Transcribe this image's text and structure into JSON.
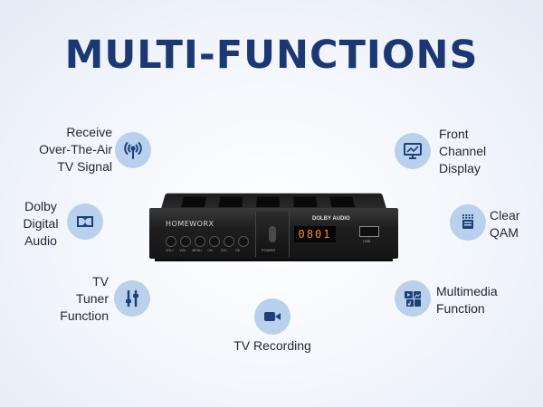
{
  "title": "MULTI-FUNCTIONS",
  "features": {
    "ota": {
      "lines": [
        "Receive",
        "Over-The-Air",
        "TV Signal"
      ],
      "icon": "antenna-signal-icon"
    },
    "dolby": {
      "lines": [
        "Dolby",
        "Digital",
        "Audio"
      ],
      "icon": "dolby-icon"
    },
    "tuner": {
      "lines": [
        "TV",
        "Tuner",
        "Function"
      ],
      "icon": "tuner-sliders-icon"
    },
    "recording": {
      "lines": [
        "TV Recording"
      ],
      "icon": "video-camera-icon"
    },
    "front_display": {
      "lines": [
        "Front",
        "Channel",
        "Display"
      ],
      "icon": "monitor-icon"
    },
    "qam": {
      "lines": [
        "Clear",
        "QAM"
      ],
      "icon": "qam-chip-icon"
    },
    "multimedia": {
      "lines": [
        "Multimedia",
        "Function"
      ],
      "icon": "multimedia-icon"
    }
  },
  "device": {
    "brand": "HOMEWORX",
    "display": "0801",
    "buttons": [
      "VOL+",
      "VOL-",
      "MENU",
      "CH-",
      "CH+",
      "OK"
    ],
    "power_label": "POWER",
    "audio_logo": "DOLBY AUDIO",
    "usb_label": "USB"
  },
  "colors": {
    "title": "#1d3773",
    "icon_bg": "#b9d1ec",
    "icon_fg": "#1e3f78",
    "display": "#ff8c1a"
  }
}
